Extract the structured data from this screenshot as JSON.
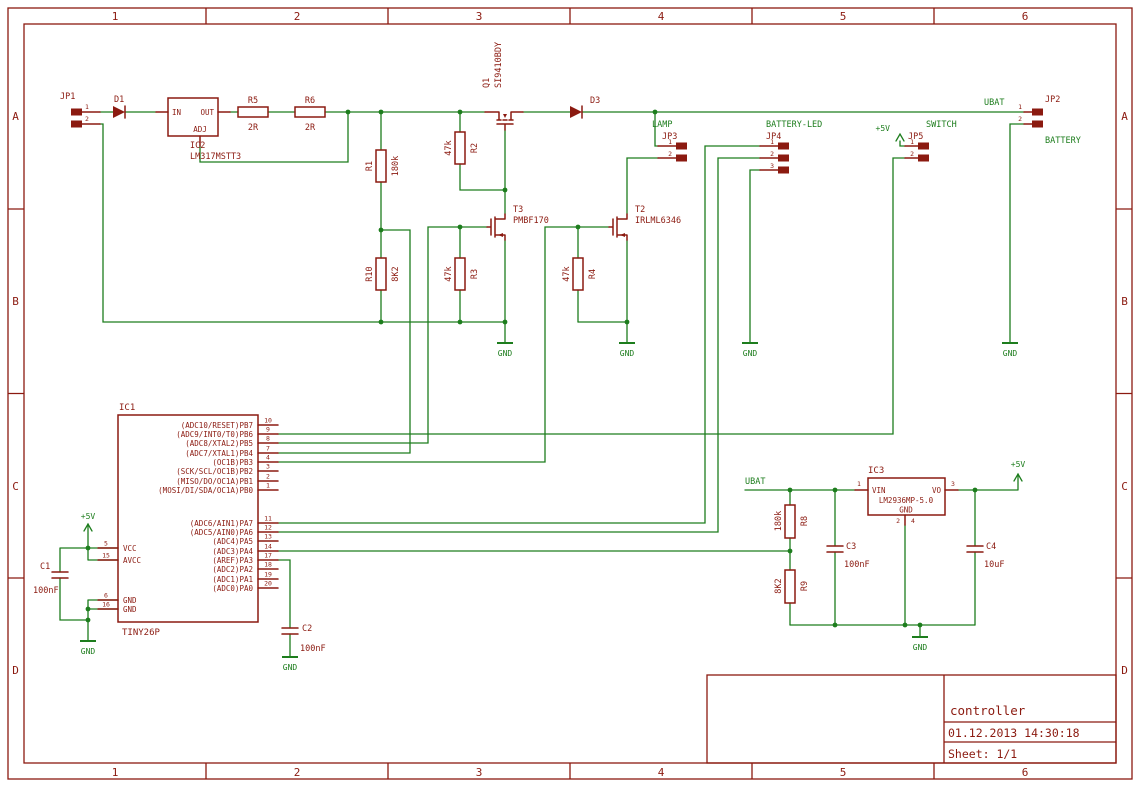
{
  "frame": {
    "columns": [
      "1",
      "2",
      "3",
      "4",
      "5",
      "6"
    ],
    "rows": [
      "A",
      "B",
      "C",
      "D"
    ]
  },
  "title_block": {
    "title": "controller",
    "date": "01.12.2013 14:30:18",
    "sheet": "Sheet: 1/1"
  },
  "nets": {
    "ubat": "UBAT",
    "battery": "BATTERY",
    "lamp": "LAMP",
    "battery_led": "BATTERY-LED",
    "switch": "SWITCH",
    "p5v": "+5V",
    "gnd": "GND"
  },
  "parts": {
    "jp1": {
      "name": "JP1",
      "pins": [
        "1",
        "2"
      ]
    },
    "jp2": {
      "name": "JP2",
      "pins": [
        "1",
        "2"
      ]
    },
    "jp3": {
      "name": "JP3",
      "pins": [
        "1",
        "2"
      ]
    },
    "jp4": {
      "name": "JP4",
      "pins": [
        "1",
        "2",
        "3"
      ]
    },
    "jp5": {
      "name": "JP5",
      "pins": [
        "1",
        "2"
      ]
    },
    "d1": {
      "name": "D1"
    },
    "d3": {
      "name": "D3"
    },
    "ic2": {
      "name": "IC2",
      "value": "LM317MSTT3",
      "pin_in": "IN",
      "pin_out": "OUT",
      "pin_adj": "ADJ"
    },
    "q1": {
      "name": "Q1",
      "value": "SI9410BDY"
    },
    "t3": {
      "name": "T3",
      "value": "PMBF170"
    },
    "t2": {
      "name": "T2",
      "value": "IRLML6346"
    },
    "r1": {
      "name": "R1",
      "value": "180k"
    },
    "r2": {
      "name": "R2",
      "value": "47k"
    },
    "r3": {
      "name": "R3",
      "value": "47k"
    },
    "r4": {
      "name": "R4",
      "value": "47k"
    },
    "r5": {
      "name": "R5",
      "value": "2R"
    },
    "r6": {
      "name": "R6",
      "value": "2R"
    },
    "r8": {
      "name": "R8",
      "value": "180k"
    },
    "r9": {
      "name": "R9",
      "value": "8K2"
    },
    "r10": {
      "name": "R10",
      "value": "8K2"
    },
    "c1": {
      "name": "C1",
      "value": "100nF"
    },
    "c2": {
      "name": "C2",
      "value": "100nF"
    },
    "c3": {
      "name": "C3",
      "value": "100nF"
    },
    "c4": {
      "name": "C4",
      "value": "10uF"
    },
    "ic3": {
      "name": "IC3",
      "value": "LM2936MP-5.0",
      "pin_vin": "VIN",
      "pin_vo": "VO",
      "pin_gnd": "GND",
      "num_vin": "1",
      "num_vo": "3",
      "num_gnd2": "2",
      "num_gnd4": "4"
    },
    "ic1": {
      "name": "IC1",
      "value": "TINY26P",
      "left_pins": [
        {
          "num": "5",
          "label": "VCC"
        },
        {
          "num": "15",
          "label": "AVCC"
        },
        {
          "num": "6",
          "label": "GND"
        },
        {
          "num": "16",
          "label": "GND"
        }
      ],
      "right_pins": [
        {
          "num": "10",
          "label": "(ADC10/RESET)PB7"
        },
        {
          "num": "9",
          "label": "(ADC9/INT0/T0)PB6"
        },
        {
          "num": "8",
          "label": "(ADC8/XTAL2)PB5"
        },
        {
          "num": "7",
          "label": "(ADC7/XTAL1)PB4"
        },
        {
          "num": "4",
          "label": "(OC1B)PB3"
        },
        {
          "num": "3",
          "label": "(SCK/SCL/OC1B)PB2"
        },
        {
          "num": "2",
          "label": "(MISO/DO/OC1A)PB1"
        },
        {
          "num": "1",
          "label": "(MOSI/DI/SDA/OC1A)PB0"
        },
        {
          "num": "11",
          "label": "(ADC6/AIN1)PA7"
        },
        {
          "num": "12",
          "label": "(ADC5/AIN0)PA6"
        },
        {
          "num": "13",
          "label": "(ADC4)PA5"
        },
        {
          "num": "14",
          "label": "(ADC3)PA4"
        },
        {
          "num": "17",
          "label": "(AREF)PA3"
        },
        {
          "num": "18",
          "label": "(ADC2)PA2"
        },
        {
          "num": "19",
          "label": "(ADC1)PA1"
        },
        {
          "num": "20",
          "label": "(ADC0)PA0"
        }
      ]
    }
  },
  "colors": {
    "symbol": "#8b1a10",
    "wire": "#1d7d1d",
    "background": "#ffffff"
  }
}
